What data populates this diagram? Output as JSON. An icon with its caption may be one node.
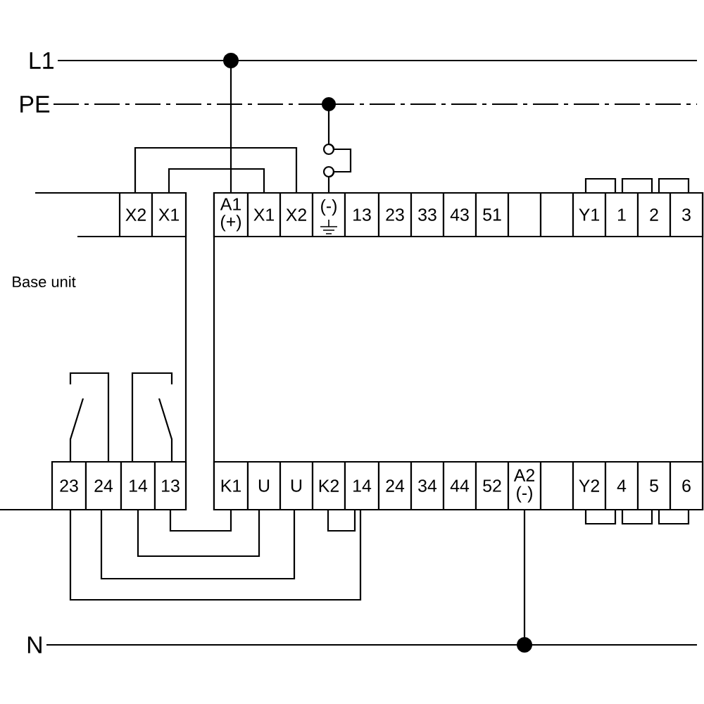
{
  "diagram": {
    "nodes": [
      {
        "text": [
          "L1"
        ]
      },
      {
        "text": [
          "PE"
        ]
      },
      {
        "text": [
          "Base unit"
        ]
      },
      {
        "text": [
          "X2"
        ],
        "in": 2
      },
      {
        "text": [
          "X1"
        ],
        "in": 2
      },
      {
        "text": [],
        "shape": "box"
      },
      {
        "text": [
          "A1 (+)"
        ],
        "in": 5
      },
      {
        "text": [
          "X1"
        ],
        "in": 5
      },
      {
        "text": [
          "X2"
        ],
        "in": 5
      },
      {
        "text": [
          "(-)"
        ],
        "in": 5
      },
      {
        "text": [
          "13"
        ],
        "in": 5
      },
      {
        "text": [
          "23"
        ],
        "in": 5
      },
      {
        "text": [
          "33"
        ],
        "in": 5
      },
      {
        "text": [
          "43"
        ],
        "in": 5
      },
      {
        "text": [
          "51"
        ],
        "in": 5
      },
      {
        "text": [],
        "shape": "box",
        "in": 5
      },
      {
        "text": [],
        "shape": "box",
        "in": 5
      },
      {
        "text": [
          "Y1"
        ],
        "in": 5
      },
      {
        "text": [
          "1"
        ],
        "in": 5
      },
      {
        "text": [
          "2"
        ],
        "in": 5
      },
      {
        "text": [
          "3"
        ],
        "in": 5
      },
      {
        "text": [
          "23"
        ],
        "in": 2
      },
      {
        "text": [
          "24"
        ],
        "in": 2
      },
      {
        "text": [
          "14"
        ],
        "in": 2
      },
      {
        "text": [
          "13"
        ],
        "in": 2
      },
      {
        "text": [
          "K1"
        ],
        "in": 5
      },
      {
        "text": [
          "U"
        ],
        "in": 5
      },
      {
        "text": [
          "U"
        ],
        "in": 5
      },
      {
        "text": [
          "K2"
        ],
        "in": 5
      },
      {
        "text": [
          "14"
        ],
        "in": 5
      },
      {
        "text": [
          "24"
        ],
        "in": 5
      },
      {
        "text": [
          "34"
        ],
        "in": 5
      },
      {
        "text": [
          "44"
        ],
        "in": 5
      },
      {
        "text": [
          "52"
        ],
        "in": 5
      },
      {
        "text": [
          "A2 (-)"
        ],
        "in": 5
      },
      {
        "text": [],
        "shape": "box",
        "in": 5
      },
      {
        "text": [
          "Y2"
        ],
        "in": 5
      },
      {
        "text": [
          "4"
        ],
        "in": 5
      },
      {
        "text": [
          "5"
        ],
        "in": 5
      },
      {
        "text": [
          "6"
        ],
        "in": 5
      },
      {
        "text": [
          "N"
        ]
      }
    ],
    "edges": [
      {
        "from": 0,
        "to": 6,
        "arrow": "none"
      },
      {
        "from": 1,
        "to": 9,
        "arrow": "none",
        "style": "dashed"
      },
      {
        "from": 3,
        "to": 8,
        "arrow": "none"
      },
      {
        "from": 4,
        "to": 7,
        "arrow": "none"
      },
      {
        "from": 17,
        "to": 18,
        "arrow": "none"
      },
      {
        "from": 18,
        "to": 19,
        "arrow": "none"
      },
      {
        "from": 19,
        "to": 20,
        "arrow": "none"
      },
      {
        "from": 36,
        "to": 37,
        "arrow": "none"
      },
      {
        "from": 37,
        "to": 38,
        "arrow": "none"
      },
      {
        "from": 38,
        "to": 39,
        "arrow": "none"
      },
      {
        "from": 28,
        "to": 29,
        "arrow": "none"
      },
      {
        "from": 24,
        "to": 25,
        "arrow": "none"
      },
      {
        "from": 23,
        "to": 26,
        "arrow": "none"
      },
      {
        "from": 22,
        "to": 27,
        "arrow": "none"
      },
      {
        "from": 21,
        "to": 29,
        "arrow": "none"
      },
      {
        "from": 40,
        "to": 34,
        "arrow": "none"
      }
    ]
  }
}
